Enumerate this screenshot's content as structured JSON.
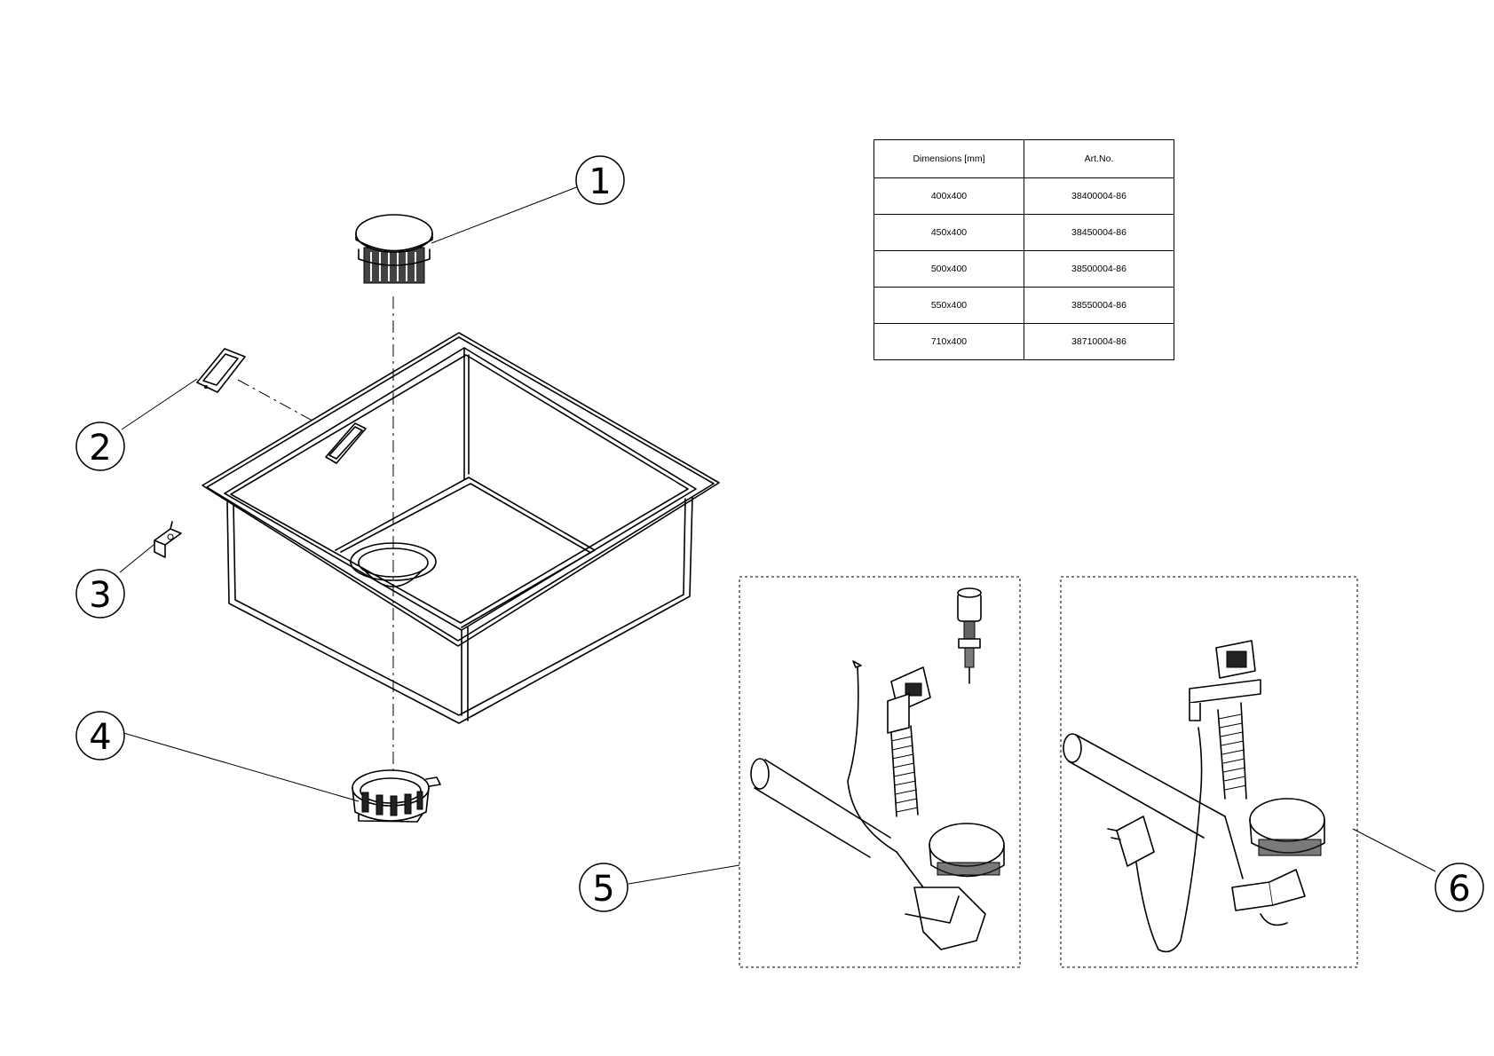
{
  "table": {
    "headers": [
      "Dimensions [mm]",
      "Art.No."
    ],
    "rows": [
      [
        "400x400",
        "38400004-86"
      ],
      [
        "450x400",
        "38450004-86"
      ],
      [
        "500x400",
        "38500004-86"
      ],
      [
        "550x400",
        "38550004-86"
      ],
      [
        "710x400",
        "38710004-86"
      ]
    ]
  },
  "callouts": [
    "1",
    "2",
    "3",
    "4",
    "5",
    "6"
  ]
}
